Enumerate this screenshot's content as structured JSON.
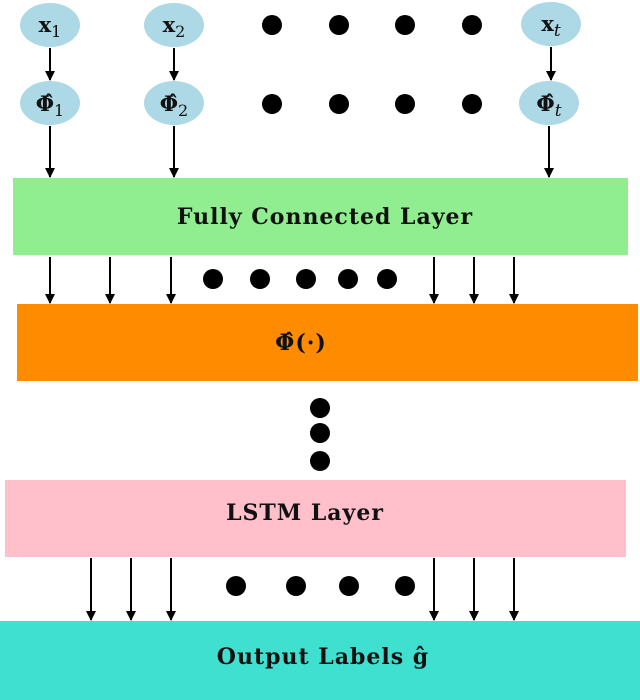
{
  "colors": {
    "node_fill": "#add8e6",
    "fully_connected": "#90ee90",
    "phi_layer": "#ff8c00",
    "lstm": "#ffc0cb",
    "output": "#40e0d0",
    "arrow": "#000000",
    "dot": "#000000"
  },
  "inputs": [
    {
      "symbol": "x",
      "sub": "1",
      "sub_italic": false
    },
    {
      "symbol": "x",
      "sub": "2",
      "sub_italic": false
    },
    {
      "symbol": "x",
      "sub": "t",
      "sub_italic": true
    }
  ],
  "features": [
    {
      "symbol": "Φ̂",
      "sub": "1",
      "sub_italic": false
    },
    {
      "symbol": "Φ̂",
      "sub": "2",
      "sub_italic": false
    },
    {
      "symbol": "Φ̂",
      "sub": "t",
      "sub_italic": true
    }
  ],
  "layers": {
    "fully_connected": "Fully Connected Layer",
    "phi": "Φ̂(·)",
    "lstm": "LSTM Layer",
    "output": "Output Labels ĝ"
  }
}
